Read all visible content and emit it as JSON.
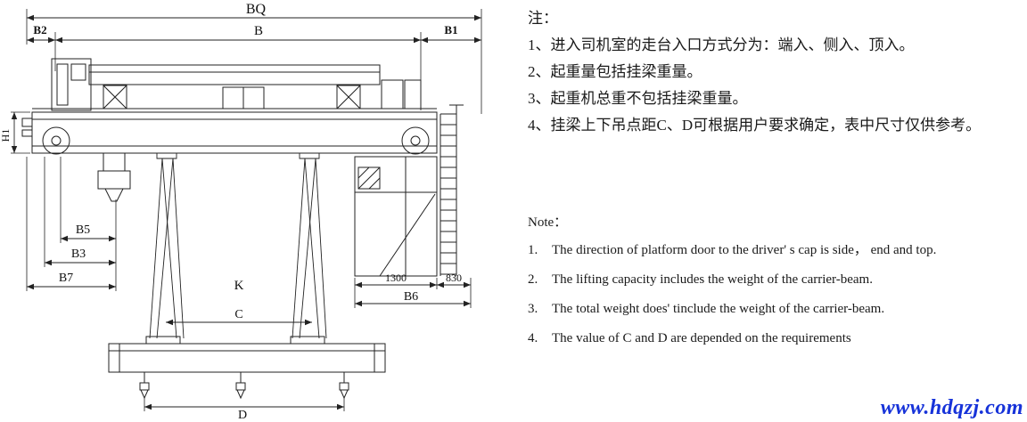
{
  "colors": {
    "line": "#222222",
    "text": "#1a1a1a",
    "watermark": "#1733d9"
  },
  "drawing": {
    "dims": {
      "bq": "BQ",
      "b": "B",
      "b1": "B1",
      "b2": "B2",
      "h1": "H1",
      "b5": "B5",
      "b3": "B3",
      "b7": "B7",
      "b6": "B6",
      "k": "K",
      "c": "C",
      "d": "D",
      "w1300": "1300",
      "w830": "830"
    }
  },
  "notes_cn": {
    "title": "注：",
    "items": [
      "1、进入司机室的走台入口方式分为：端入、侧入、顶入。",
      "2、起重量包括挂梁重量。",
      "3、起重机总重不包括挂梁重量。",
      "4、挂梁上下吊点距C、D可根据用户要求确定，表中尺寸仅供参考。"
    ]
  },
  "notes_en": {
    "title": "Note：",
    "items": [
      {
        "num": "1.",
        "text": "The direction of platform door to the driver' s cap is side， end and top."
      },
      {
        "num": "2.",
        "text": "The lifting capacity includes the weight of the carrier-beam."
      },
      {
        "num": "3.",
        "text": "The total weight does' tinclude the weight of the carrier-beam."
      },
      {
        "num": "4.",
        "text": "The value of C and D are depended on the requirements"
      }
    ]
  },
  "watermark": "www.hdqzj.com"
}
